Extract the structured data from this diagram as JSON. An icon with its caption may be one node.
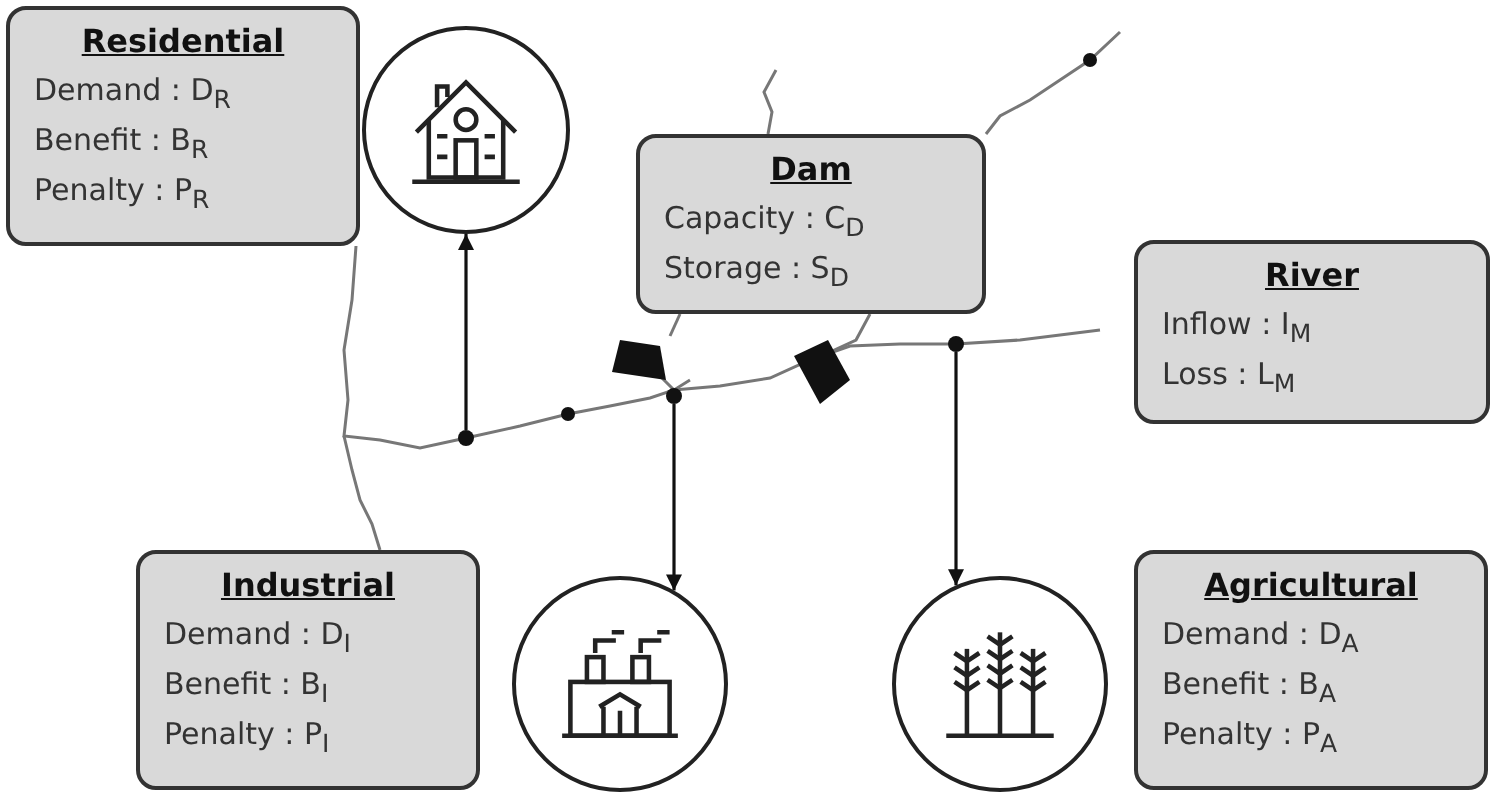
{
  "diagram": {
    "nodes": [
      {
        "text": [
          "Residential",
          "Demand : D$_{R}$",
          "Benefit : B$_{R}$",
          "Penalty : P$_{R}$"
        ]
      },
      {
        "text": [],
        "shape": "circle"
      },
      {
        "text": [
          "Dam",
          "Capacity : C$_{D}$",
          "Storage : S$_{D}$"
        ]
      },
      {
        "text": [
          "River",
          "Inflow : I$_{M}$",
          "Loss : L$_{M}$"
        ]
      },
      {
        "text": [
          "Industrial",
          "Demand : D$_{I}$",
          "Benefit : B$_{I}$",
          "Penalty : P$_{I}$"
        ]
      },
      {
        "text": [],
        "shape": "circle"
      },
      {
        "text": [],
        "shape": "circle"
      },
      {
        "text": [
          "Agricultural",
          "Demand : D$_{A}$",
          "Benefit : B$_{A}$",
          "Penalty : P$_{A}$"
        ]
      },
      {
        "text": [],
        "shape": "circle"
      },
      {
        "text": [],
        "shape": "circle"
      },
      {
        "text": [],
        "shape": "circle"
      }
    ],
    "edges": [
      {
        "from": 8,
        "to": 1,
        "arrow": "to"
      },
      {
        "from": 9,
        "to": 5,
        "arrow": "to"
      },
      {
        "from": 10,
        "to": 6,
        "arrow": "to"
      }
    ]
  }
}
